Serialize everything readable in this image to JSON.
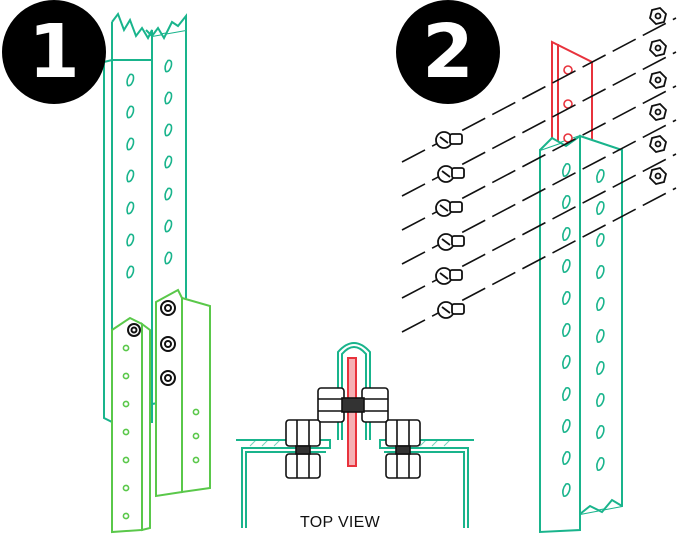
{
  "steps": [
    {
      "number": "1"
    },
    {
      "number": "2"
    }
  ],
  "detail": {
    "caption": "TOP VIEW"
  },
  "colors": {
    "upright": "#19b48c",
    "backer": "#5ac84a",
    "splice_plate": "#e8323c",
    "hardware": "#111111",
    "badge": "#000000"
  },
  "icons": [
    "hex-bolt-icon",
    "hex-nut-icon"
  ]
}
